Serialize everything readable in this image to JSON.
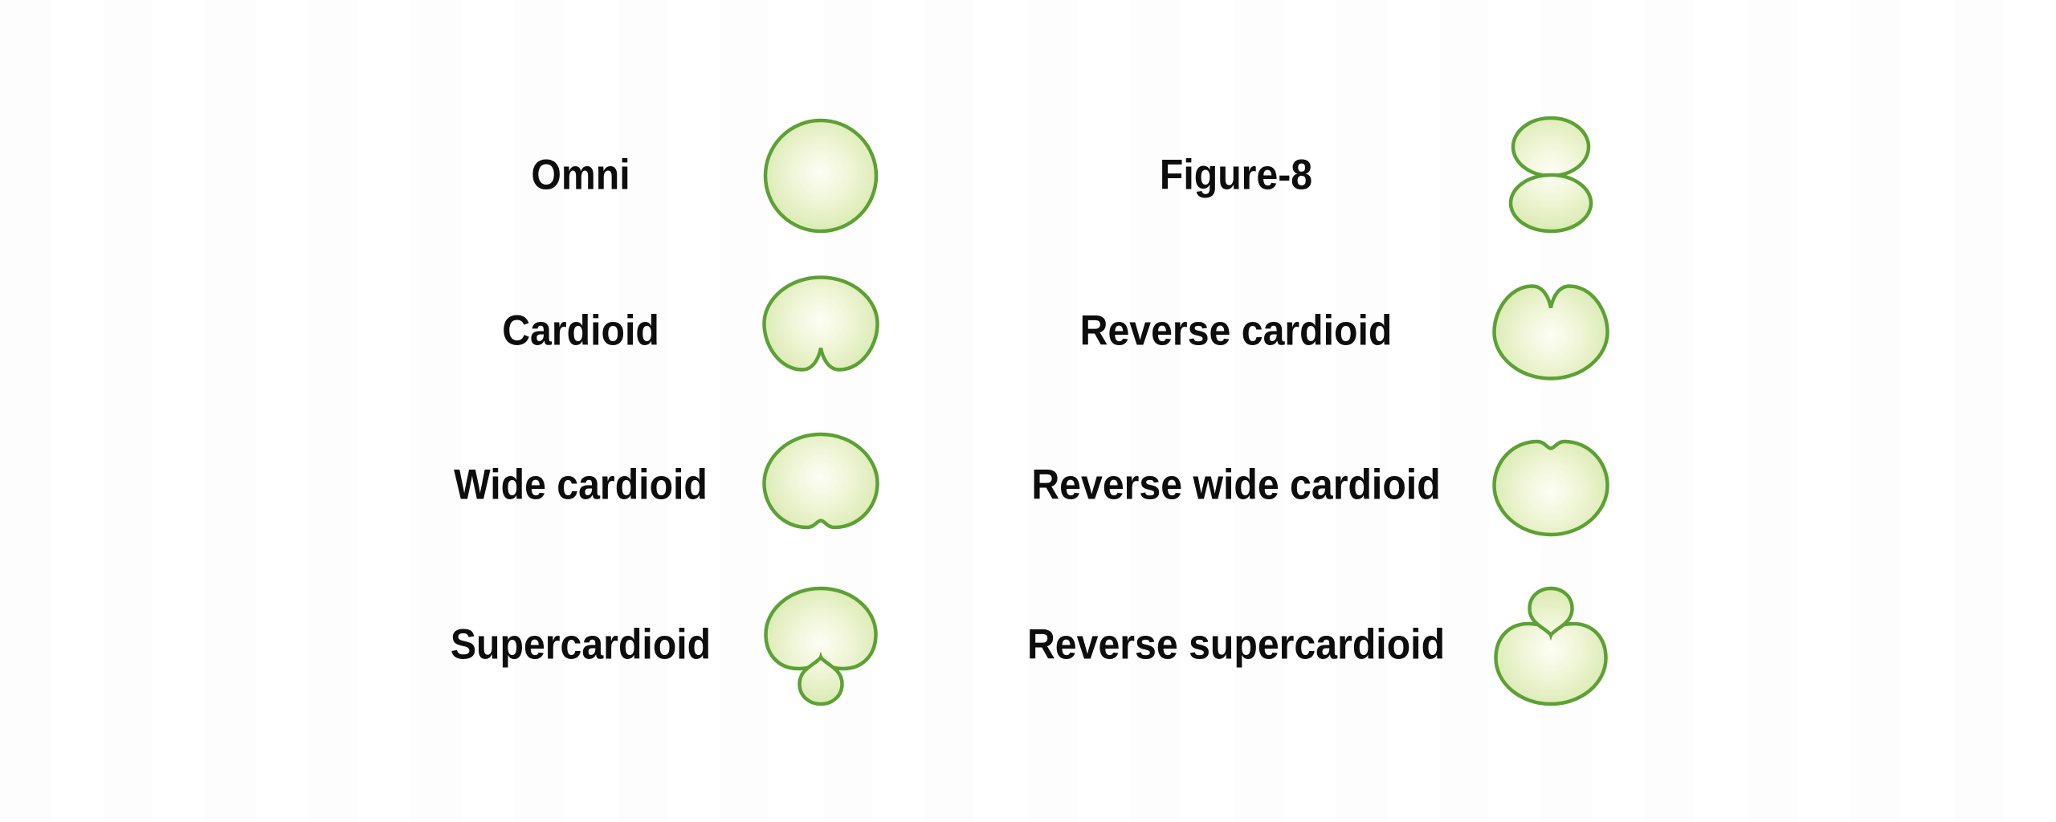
{
  "diagram": {
    "rows": [
      {
        "left": {
          "label": "Omni",
          "pattern": "omni"
        },
        "right": {
          "label": "Figure-8",
          "pattern": "figure-8"
        }
      },
      {
        "left": {
          "label": "Cardioid",
          "pattern": "cardioid"
        },
        "right": {
          "label": "Reverse cardioid",
          "pattern": "reverse-cardioid"
        }
      },
      {
        "left": {
          "label": "Wide cardioid",
          "pattern": "wide-cardioid"
        },
        "right": {
          "label": "Reverse wide cardioid",
          "pattern": "reverse-wide-cardioid"
        }
      },
      {
        "left": {
          "label": "Supercardioid",
          "pattern": "supercardioid"
        },
        "right": {
          "label": "Reverse supercardioid",
          "pattern": "reverse-supercardioid"
        }
      }
    ],
    "colors": {
      "shape_stroke": "#5ca134",
      "shape_fill_edge": "#d7e8ac",
      "shape_fill_mid": "#eff5d6",
      "shape_fill_center": "#fdfef5",
      "label_text": "#0d0d0d",
      "background": "#ffffff"
    }
  }
}
